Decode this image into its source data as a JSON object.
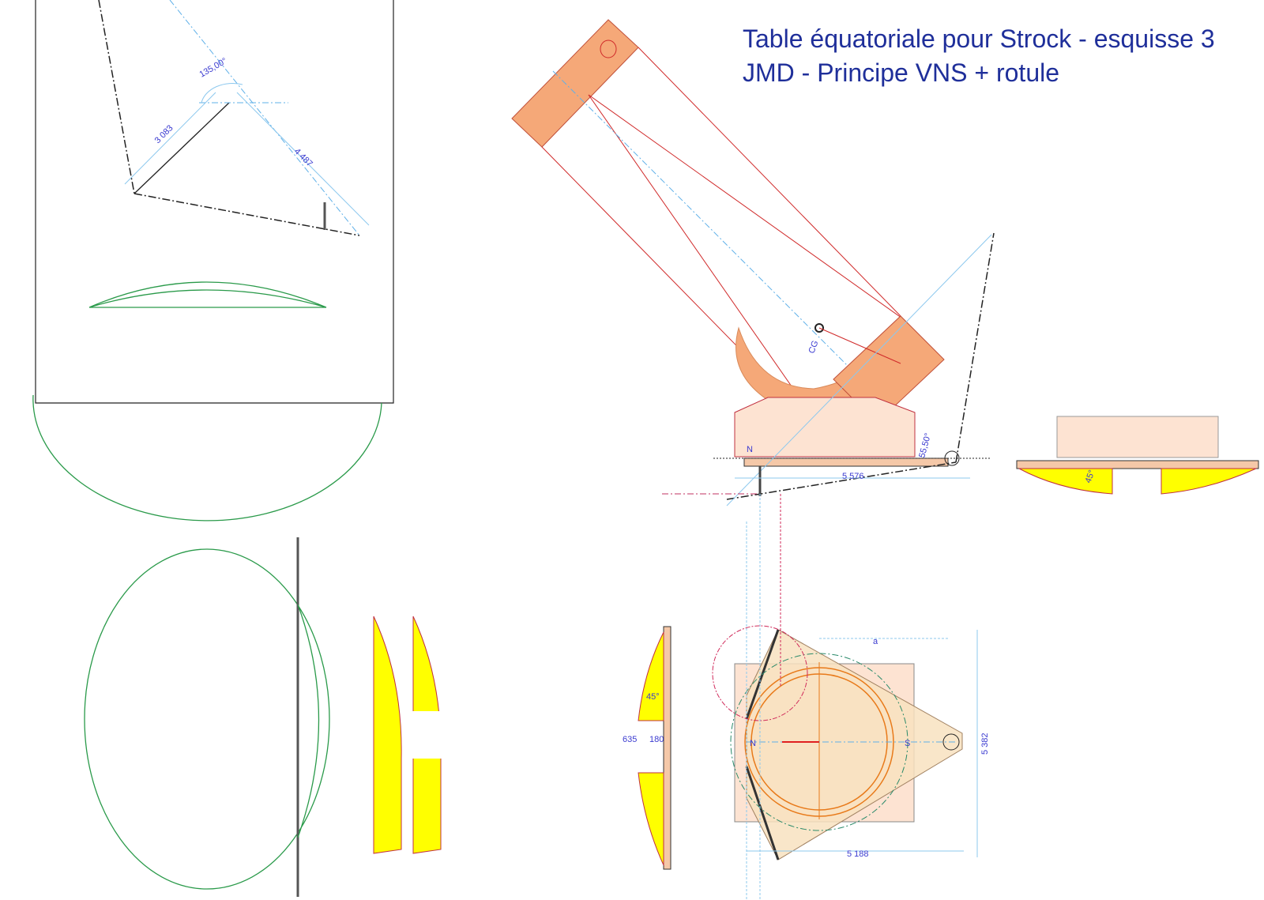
{
  "title": {
    "line1": "Table équatoriale pour Strock - esquisse 3",
    "line2": "JMD - Principe VNS + rotule"
  },
  "top_left_view": {
    "angle": "135,00°",
    "dim_a": "3 083",
    "dim_b": "4 487"
  },
  "side_view": {
    "cg_label": "CG",
    "north_label": "N",
    "angle": "55,50°",
    "length": "5 576"
  },
  "end_view": {
    "angle": "45°"
  },
  "left_plate_view": {
    "angle": "45°",
    "dim_a": "635",
    "dim_b": "180"
  },
  "plan_view": {
    "north_label": "N",
    "south_label": "S",
    "dim_a": "a",
    "height": "5 382",
    "width": "5 188"
  },
  "colors": {
    "title": "#1f2f9a",
    "dimension": "#3b3bd0",
    "wood": "#fbd9c3",
    "tube": "#f5a878",
    "yellow": "#ffff00",
    "green": "#2a9a4a"
  }
}
